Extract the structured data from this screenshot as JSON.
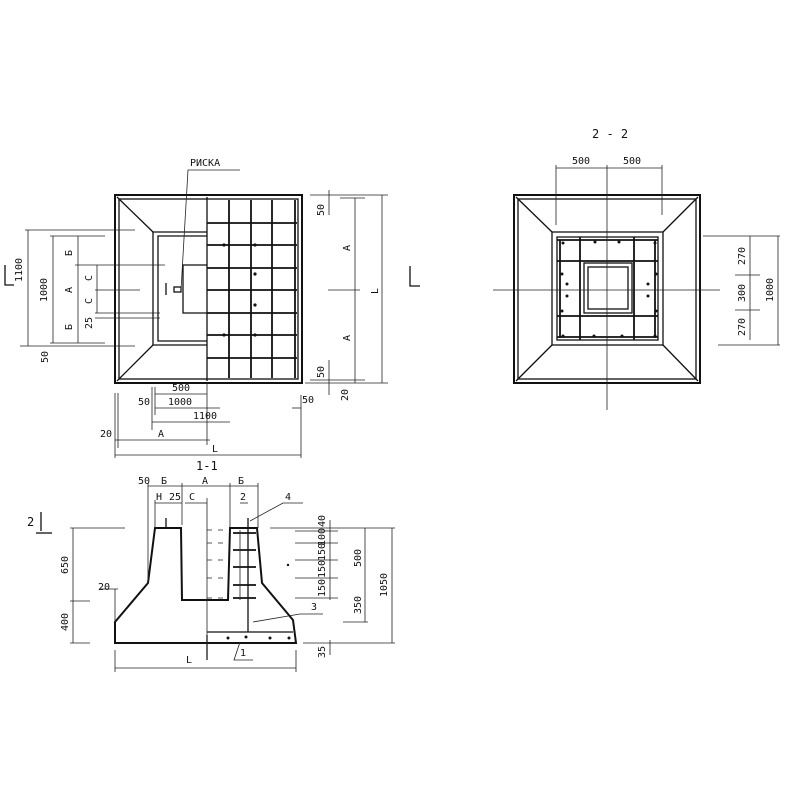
{
  "plan": {
    "marker_label": "РИСКА",
    "dims_left": [
      "1100",
      "1000",
      "Б",
      "А",
      "Б",
      "С",
      "С",
      "25",
      "50"
    ],
    "dims_right": [
      "50",
      "А",
      "А",
      "L",
      "50",
      "20"
    ],
    "dims_bottom": [
      "500",
      "50",
      "1000",
      "1100",
      "20",
      "А",
      "L",
      "50"
    ]
  },
  "section_1_1": {
    "title": "1-1",
    "cut_mark": "2",
    "dims_top": [
      "50",
      "Б",
      "А",
      "Б",
      "Н",
      "25",
      "С",
      "2"
    ],
    "dims_left": [
      "650",
      "400",
      "20"
    ],
    "dims_right": [
      "40",
      "100",
      "150",
      "150",
      "150",
      "500",
      "350",
      "1050",
      "35"
    ],
    "callouts": [
      "4",
      "3",
      "1"
    ],
    "dims_bottom": [
      "L"
    ]
  },
  "section_2_2": {
    "title": "2 - 2",
    "dims_top": [
      "500",
      "500"
    ],
    "dims_right": [
      "270",
      "300",
      "270",
      "1000"
    ]
  }
}
